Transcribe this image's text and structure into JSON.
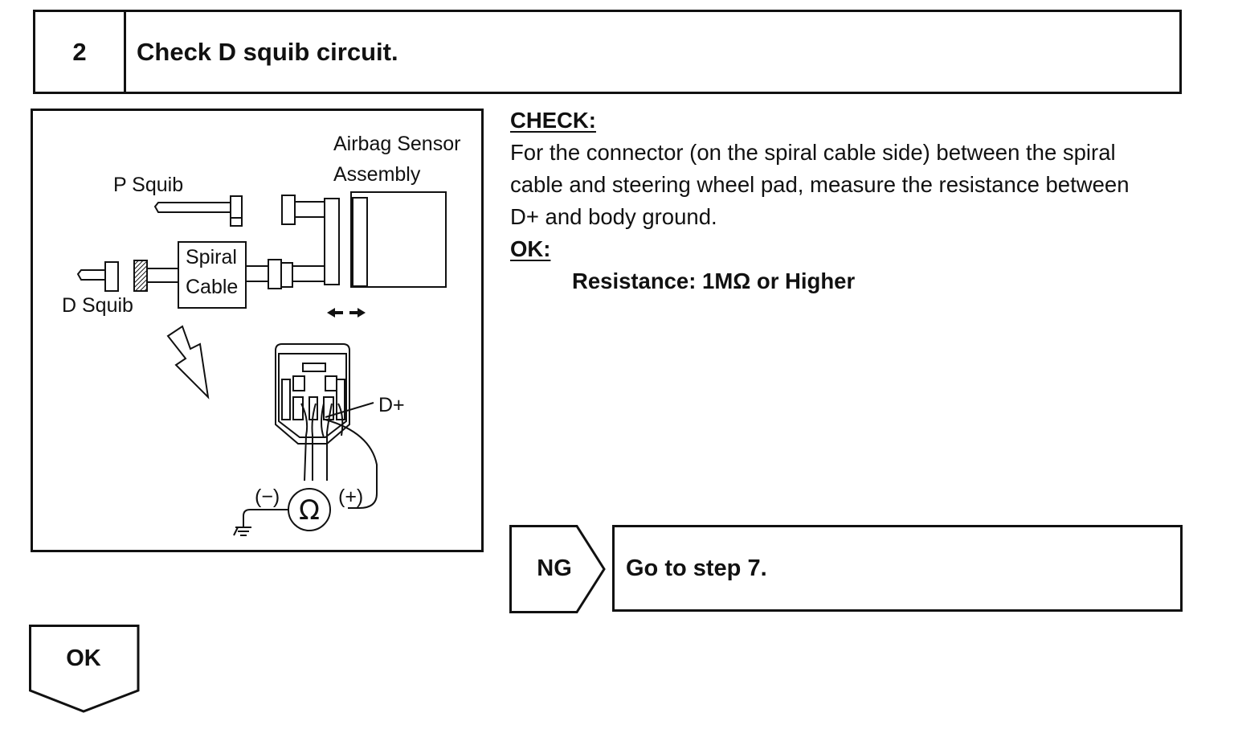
{
  "step": {
    "number": "2",
    "title": "Check D squib circuit."
  },
  "figure": {
    "labels": {
      "airbag_sensor_line1": "Airbag Sensor",
      "airbag_sensor_line2": "Assembly",
      "p_squib": "P Squib",
      "d_squib": "D Squib",
      "spiral_line1": "Spiral",
      "spiral_line2": "Cable",
      "d_plus": "D+",
      "minus": "(−)",
      "plus": "(+)",
      "ohm": "Ω"
    }
  },
  "check": {
    "heading": "CHECK:",
    "text_line1": "For the connector (on the spiral cable side) between the spiral",
    "text_line2": "cable and steering wheel pad, measure the resistance between",
    "text_line3": "D+ and body ground."
  },
  "ok_spec": {
    "heading": "OK:",
    "value": "Resistance: 1MΩ or Higher"
  },
  "results": {
    "ng_label": "NG",
    "ng_action": "Go to step 7.",
    "ok_label": "OK"
  }
}
